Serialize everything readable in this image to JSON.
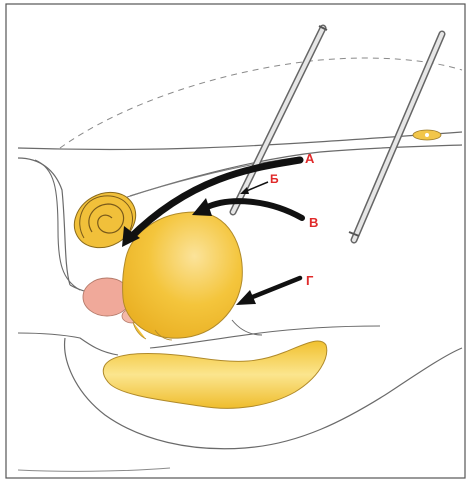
{
  "labels": {
    "a": "А",
    "b": "Б",
    "v": "В",
    "g": "Г"
  },
  "colors": {
    "frame": "#555555",
    "outline": "#6a6a6a",
    "dashed_line": "#8a8a8a",
    "organ_yellow": "#f3c43a",
    "organ_yellow_light": "#f8db72",
    "organ_pink": "#f0a99a",
    "arrow": "#111111",
    "label_red": "#e02a2a"
  }
}
